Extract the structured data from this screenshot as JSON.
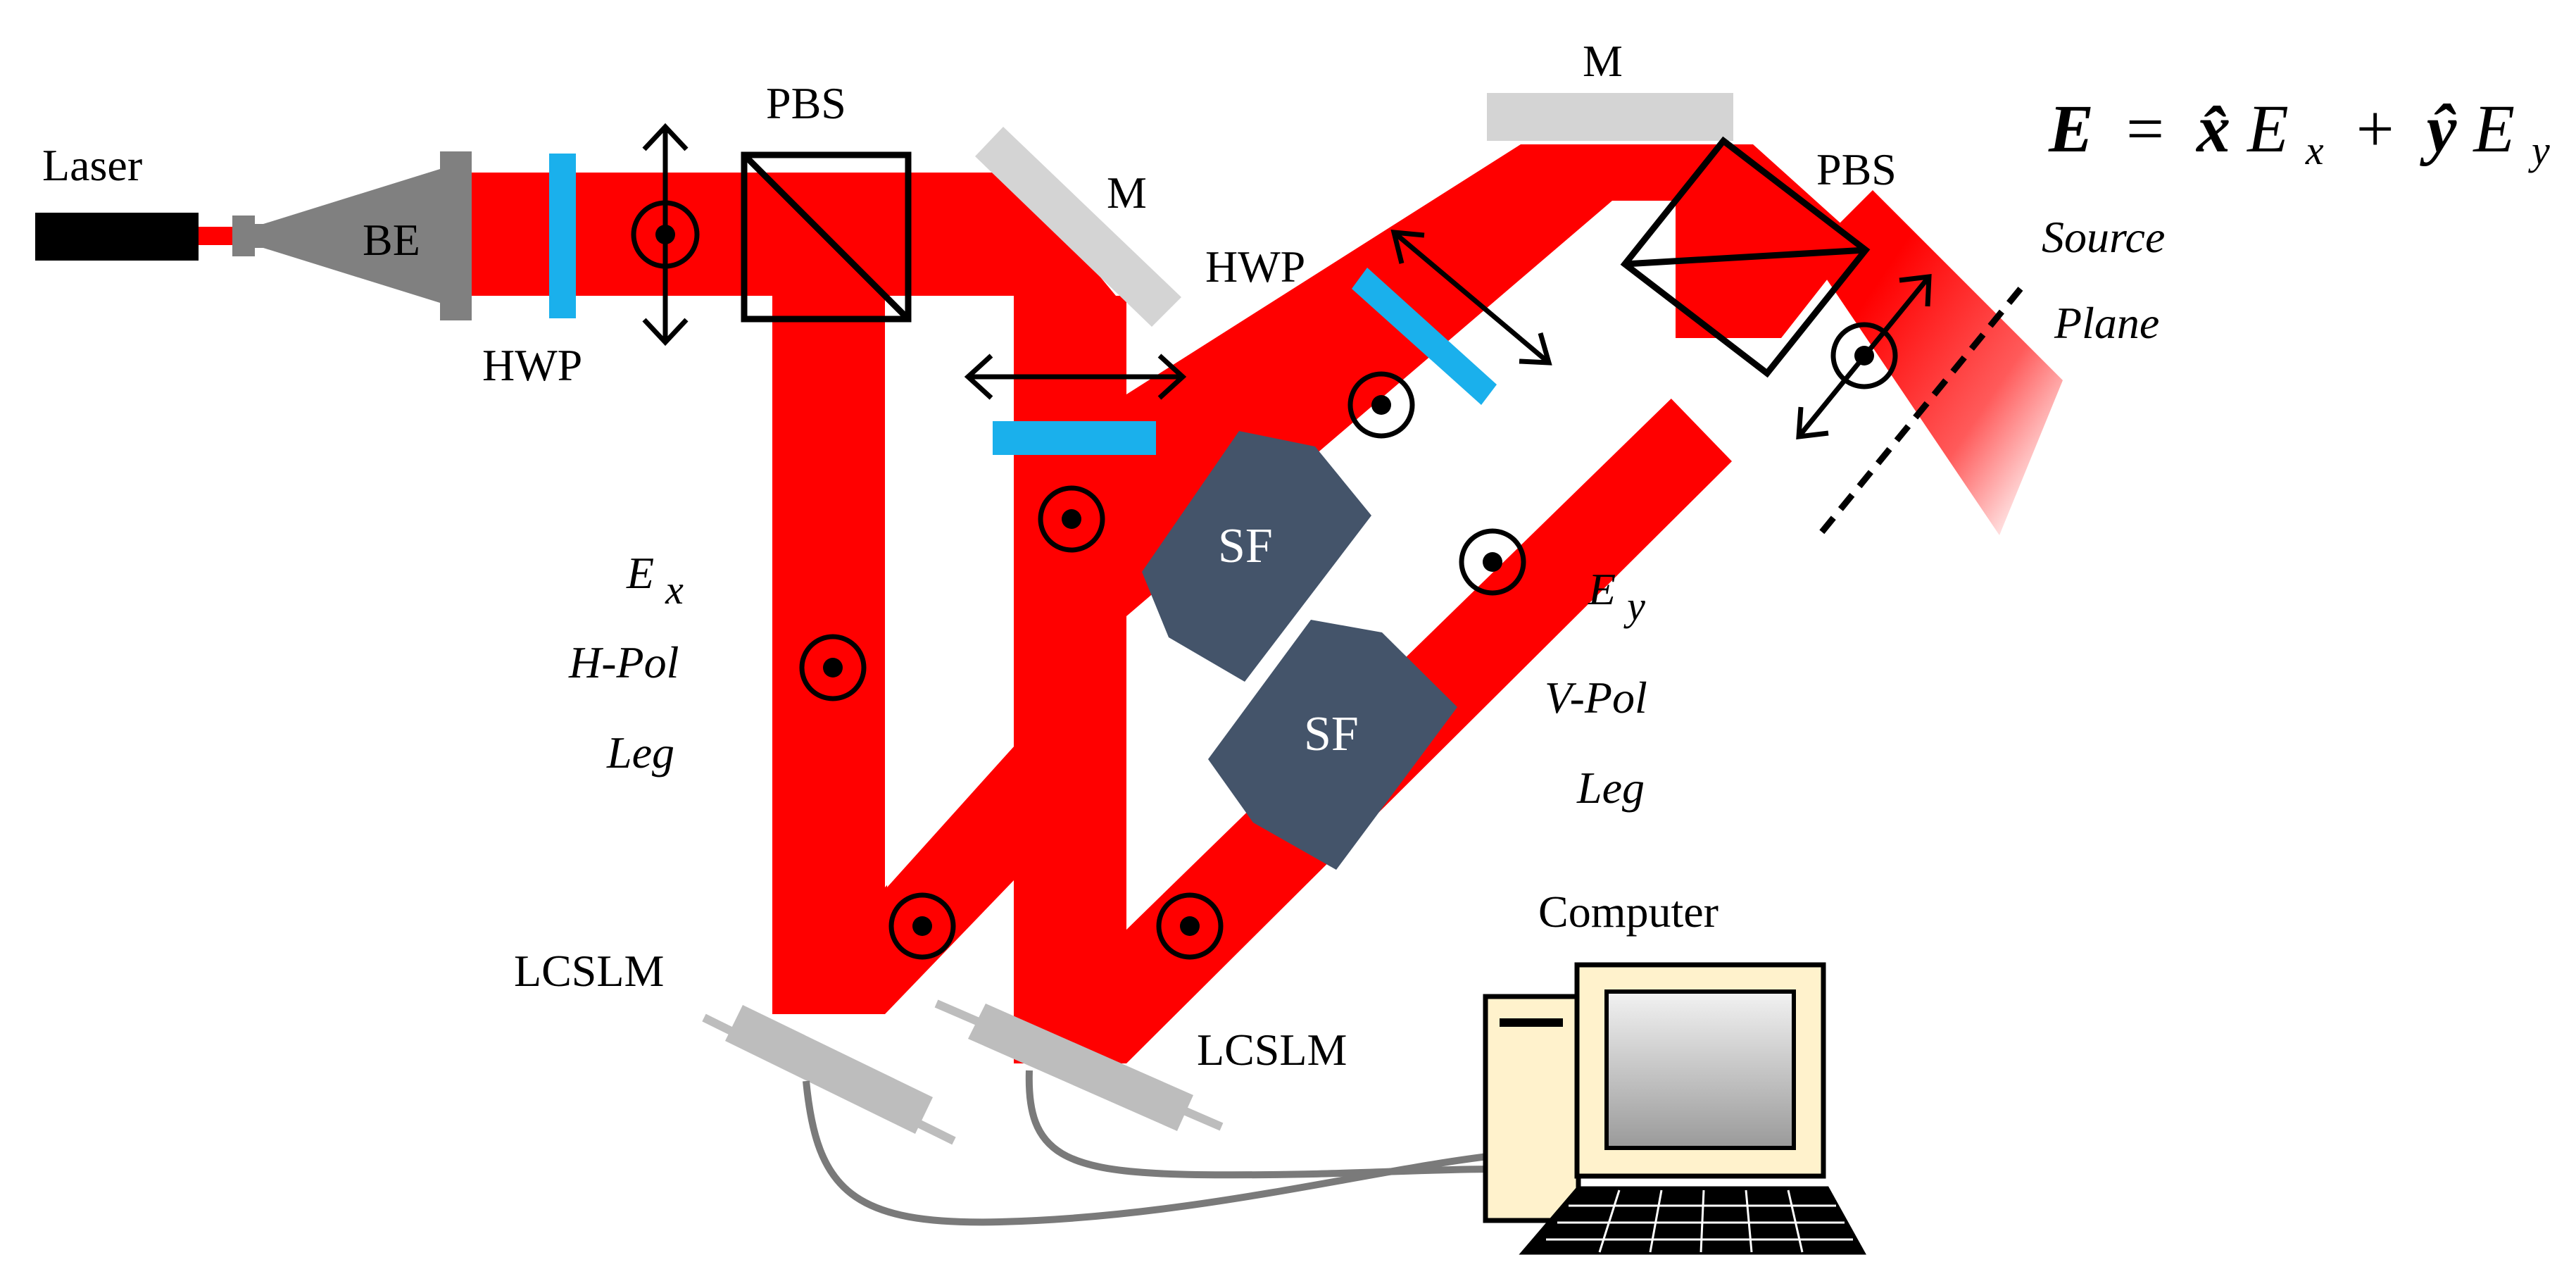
{
  "labels": {
    "laser": "Laser",
    "be": "BE",
    "hwp_1": "HWP",
    "pbs_1": "PBS",
    "mirror_1": "M",
    "mirror_2": "M",
    "hwp_2": "HWP",
    "pbs_2": "PBS",
    "sf_1": "SF",
    "sf_2": "SF",
    "lcslm_left": "LCSLM",
    "lcslm_right": "LCSLM",
    "computer": "Computer"
  },
  "legs": {
    "x_field": "E",
    "x_sub": "x",
    "x_pol": "H-Pol",
    "x_leg": "Leg",
    "y_field": "E",
    "y_sub": "y",
    "y_pol": "V-Pol",
    "y_leg": "Leg"
  },
  "equation": {
    "lhs": "E",
    "equals": "=",
    "xhat": "x̂",
    "ex": "E",
    "ex_sub": "x",
    "plus": "+",
    "yhat": "ŷ",
    "ey": "E",
    "ey_sub": "y"
  },
  "source_plane": {
    "line1": "Source",
    "line2": "Plane"
  },
  "colors": {
    "beam": "#ff0000",
    "waveplate": "#1ab0ec",
    "mirror": "#d4d4d4",
    "spatial_filter": "#44546a",
    "slm": "#bdbdbd",
    "computer_body": "#fff2cc",
    "laser": "#000000",
    "beam_expander": "#808080"
  }
}
